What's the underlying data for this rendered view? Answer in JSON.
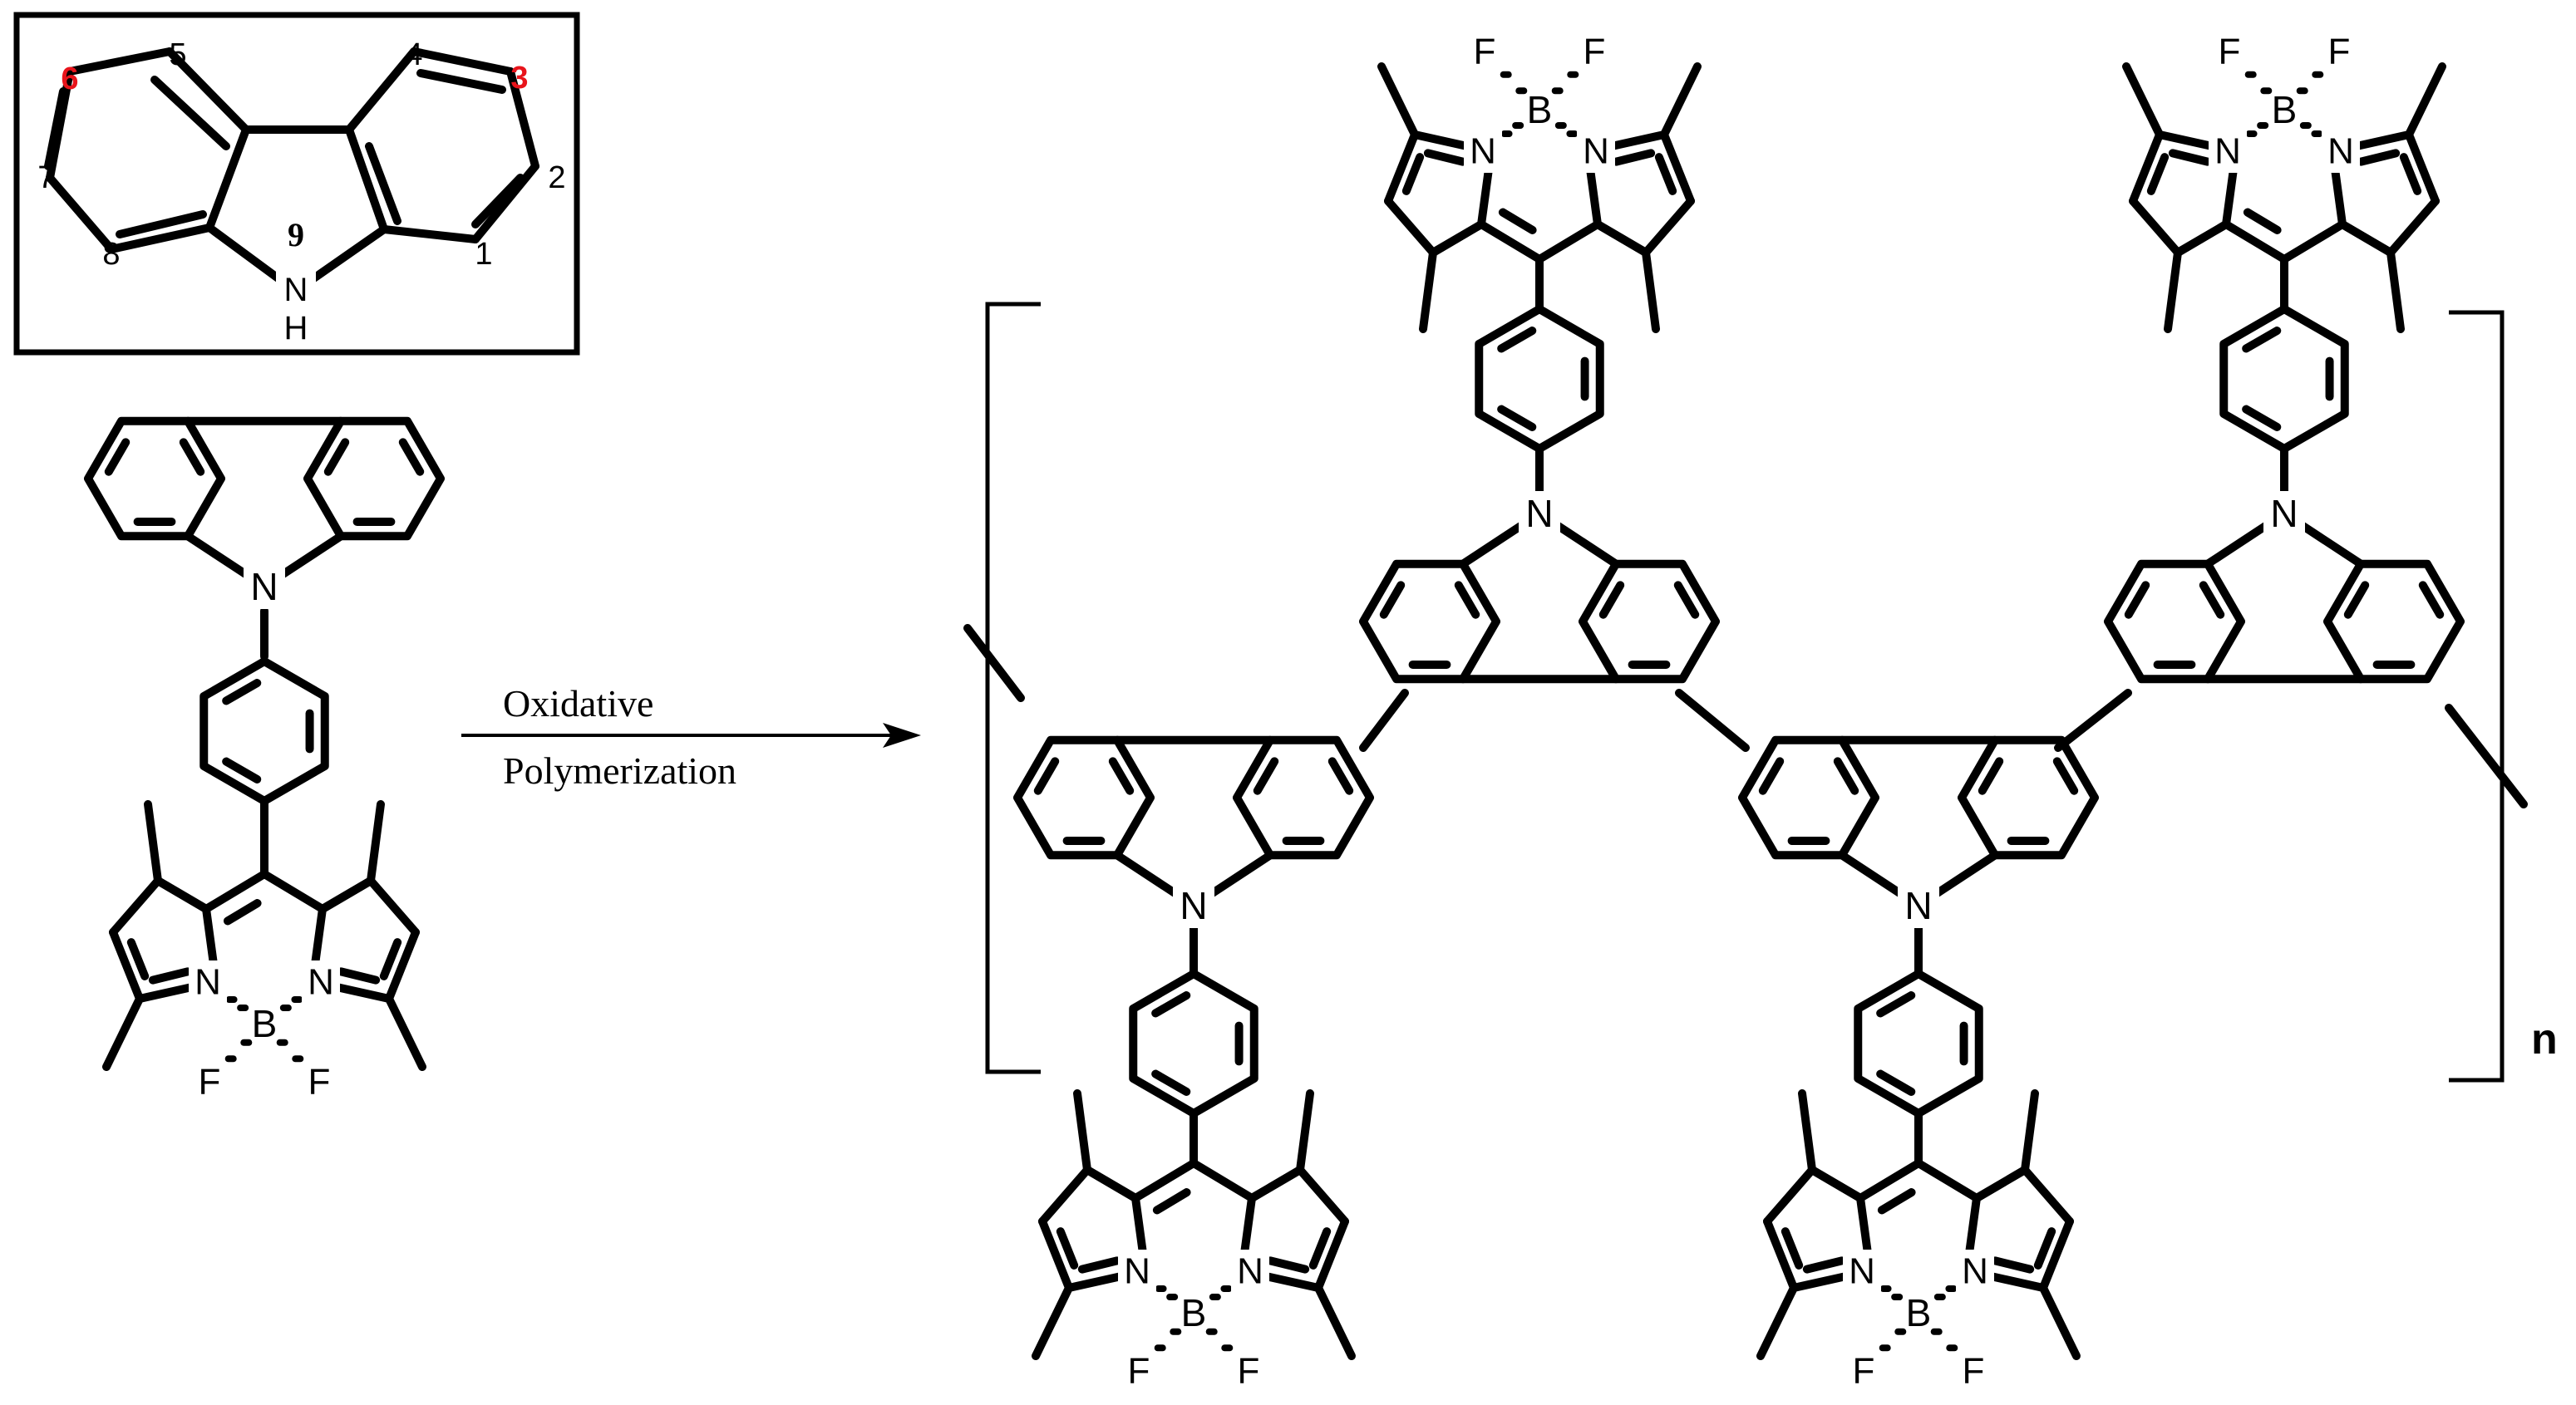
{
  "inset": {
    "numbers": [
      "1",
      "2",
      "3",
      "4",
      "5",
      "6",
      "7",
      "8",
      "9"
    ],
    "nh": "N",
    "h": "H",
    "highlight_color": "#e8141b"
  },
  "reaction": {
    "arrow_label_top": "Oxidative",
    "arrow_label_bottom": "Polymerization"
  },
  "atoms": {
    "N": "N",
    "B": "B",
    "F": "F"
  },
  "polymer": {
    "repeat_subscript": "n"
  },
  "colors": {
    "ink": "#000000",
    "background": "#ffffff",
    "highlight": "#e8141b"
  }
}
